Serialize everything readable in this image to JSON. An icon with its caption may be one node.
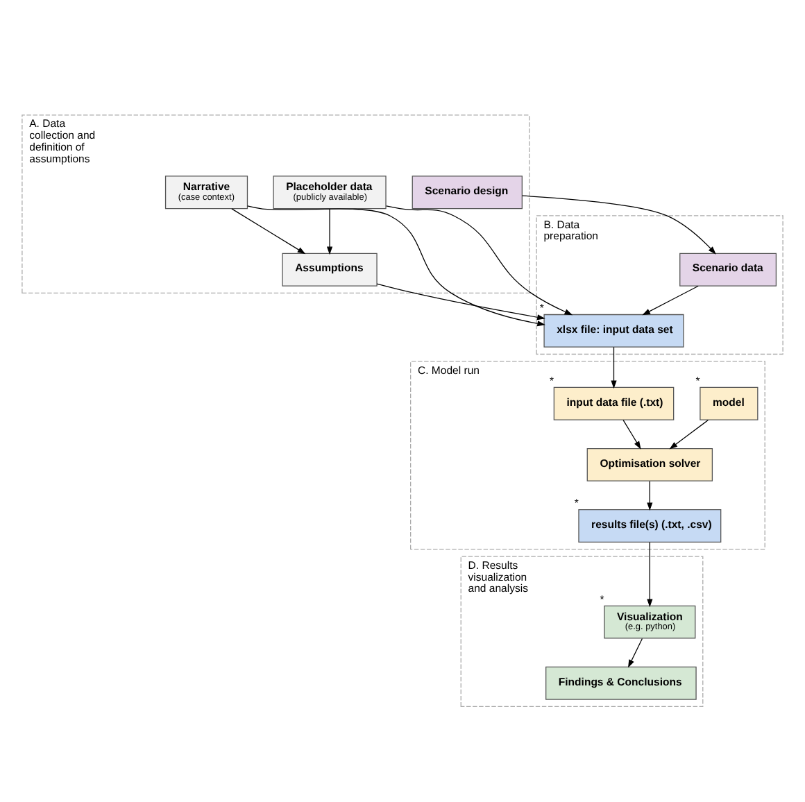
{
  "diagram": {
    "nodes": [
      {
        "text": [
          "A. Data collection and definition of assumptions"
        ]
      },
      {
        "text": [
          "Narrative",
          "(case context)"
        ],
        "in": 0
      },
      {
        "text": [
          "Placeholder data",
          "(publicly available)"
        ],
        "in": 0
      },
      {
        "text": [
          "Assumptions"
        ],
        "in": 0
      },
      {
        "text": [
          "Scenario design"
        ],
        "in": 0
      },
      {
        "text": [
          "B. Data preparation"
        ]
      },
      {
        "text": [
          "xlsx file: input data set"
        ],
        "in": 5,
        "beside": [
          "*"
        ]
      },
      {
        "text": [
          "Scenario data"
        ],
        "in": 5
      },
      {
        "text": [
          "C. Model run"
        ]
      },
      {
        "text": [
          "model"
        ],
        "in": 8,
        "beside": [
          "*"
        ]
      },
      {
        "text": [
          "input data file (.txt)"
        ],
        "in": 8,
        "beside": [
          "*"
        ]
      },
      {
        "text": [
          "Optimisation solver"
        ],
        "in": 8
      },
      {
        "text": [
          "results file(s) (.txt, .csv)"
        ],
        "in": 8,
        "beside": [
          "*"
        ]
      },
      {
        "text": [
          "D. Results visualization and analysis"
        ]
      },
      {
        "text": [
          "Visualization",
          "(e.g. python)"
        ],
        "in": 13,
        "beside": [
          "*"
        ]
      },
      {
        "text": [
          "Findings & Conclusions"
        ],
        "in": 13
      }
    ],
    "edges": [
      {
        "from": 1,
        "to": 6,
        "arrow": "to"
      },
      {
        "from": 1,
        "to": 3,
        "arrow": "to"
      },
      {
        "from": 2,
        "to": 3,
        "arrow": "to"
      },
      {
        "from": 2,
        "to": 6,
        "arrow": "to"
      },
      {
        "from": 3,
        "to": 6,
        "arrow": "to"
      },
      {
        "from": 4,
        "to": 7,
        "arrow": "to"
      },
      {
        "from": 7,
        "to": 6,
        "arrow": "to"
      },
      {
        "from": 6,
        "to": 10,
        "arrow": "to"
      },
      {
        "from": 9,
        "to": 11,
        "arrow": "to"
      },
      {
        "from": 10,
        "to": 11,
        "arrow": "to"
      },
      {
        "from": 11,
        "to": 12,
        "arrow": "to"
      },
      {
        "from": 12,
        "to": 14,
        "arrow": "to"
      },
      {
        "from": 14,
        "to": 15,
        "arrow": "to"
      }
    ]
  }
}
